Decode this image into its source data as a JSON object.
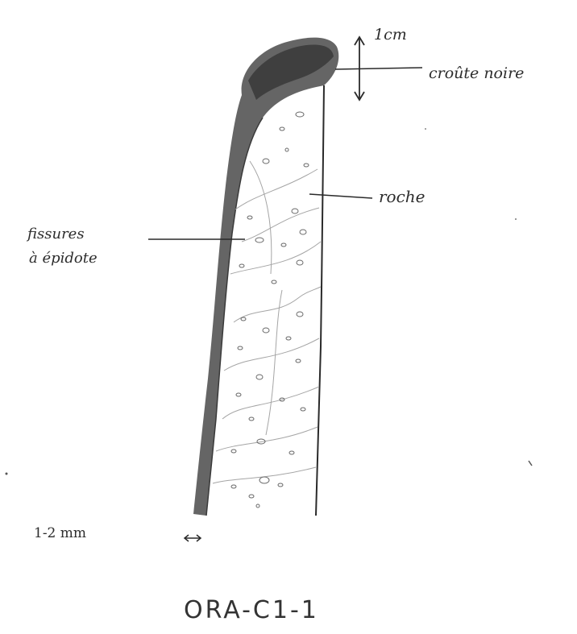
{
  "labels": {
    "thickness": "1cm",
    "crust": "croûte noire",
    "rock": "roche",
    "fissures_line1": "fissures",
    "fissures_line2": "à épidote",
    "scale": "1-2 mm",
    "sample_id": "ORA-C1-1"
  },
  "colors": {
    "ink": "#2a2a2a",
    "crust_fill": "#4a4a4a",
    "pencil_light": "#9a9a9a"
  }
}
